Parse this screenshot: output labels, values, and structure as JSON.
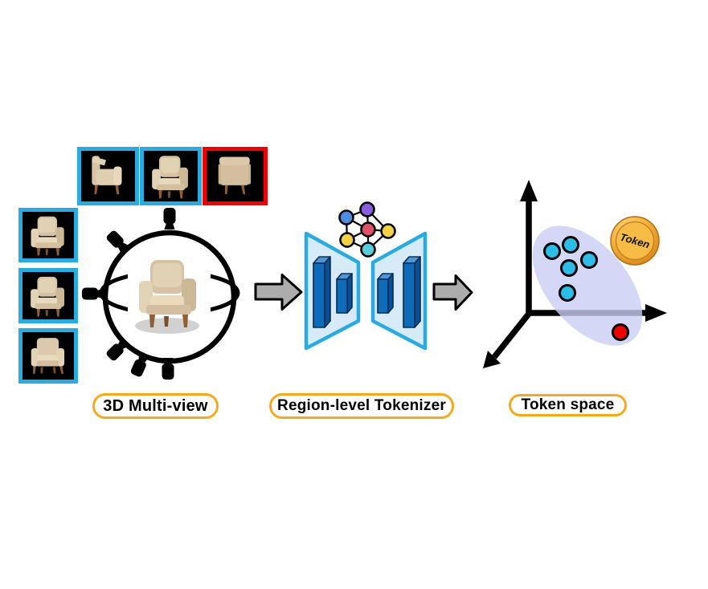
{
  "figure": {
    "stage_labels": [
      {
        "id": "multiview",
        "label": "3D Multi-view"
      },
      {
        "id": "tokenizer",
        "label": "Region-level Tokenizer"
      },
      {
        "id": "tokenspace",
        "label": "Token space"
      }
    ],
    "coin_text": "Token"
  },
  "multiview": {
    "object": "beige armchair",
    "camera_count": 6,
    "thumbnails": [
      {
        "position": "top-1",
        "border_color": "#29ABE2",
        "view": "side"
      },
      {
        "position": "top-2",
        "border_color": "#29ABE2",
        "view": "three-quarter"
      },
      {
        "position": "top-3",
        "border_color": "#F40000",
        "view": "back"
      },
      {
        "position": "left-1",
        "border_color": "#29ABE2",
        "view": "three-quarter-high"
      },
      {
        "position": "left-2",
        "border_color": "#29ABE2",
        "view": "three-quarter-low"
      },
      {
        "position": "left-3",
        "border_color": "#29ABE2",
        "view": "front"
      }
    ]
  },
  "tokenizer": {
    "bar_count": 4,
    "network_node_colors": [
      "#8A5CE0",
      "#4F8BE0",
      "#E0506A",
      "#F2D142",
      "#F2D142",
      "#57CCDB"
    ]
  },
  "token_space": {
    "cluster_point_count": 5,
    "cluster_point_color": "#2BBCE8",
    "outlier_point_count": 1,
    "outlier_point_color": "#F50000",
    "ellipse_fill": "#C9CEF4"
  },
  "colors": {
    "highlight_border": "#29ABE2",
    "query_border": "#F40000",
    "pill_border": "#F7A81B",
    "trapezoid_fill": "#D6EAF8",
    "trapezoid_stroke": "#29ABE2",
    "flow_arrow_fill": "#ACACAC",
    "coin_gold": "#F6BC45"
  }
}
